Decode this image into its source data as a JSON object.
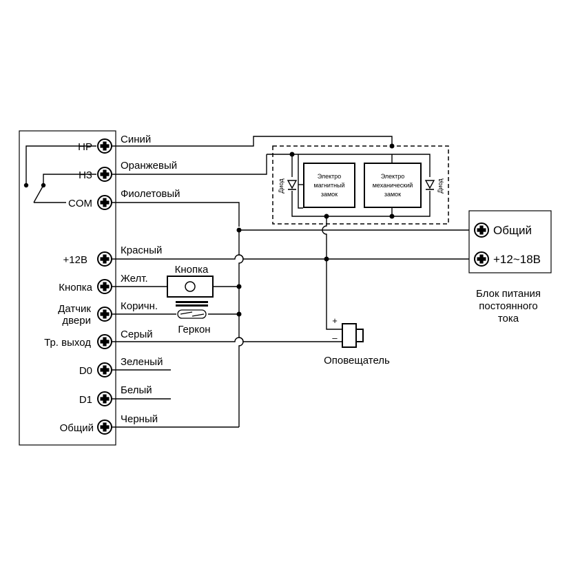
{
  "controller": {
    "terminals": [
      {
        "label": "НР",
        "wire": "Синий"
      },
      {
        "label": "НЗ",
        "wire": "Оранжевый"
      },
      {
        "label": "COM",
        "wire": "Фиолетовый"
      },
      {
        "label": "+12В",
        "wire": "Красный"
      },
      {
        "label": "Кнопка",
        "wire": "Желт."
      },
      {
        "label": "Датчик двери",
        "label_line1": "Датчик",
        "label_line2": "двери",
        "wire": "Коричн."
      },
      {
        "label": "Тр. выход",
        "wire": "Серый"
      },
      {
        "label": "D0",
        "wire": "Зеленый"
      },
      {
        "label": "D1",
        "wire": "Белый"
      },
      {
        "label": "Общий",
        "wire": "Черный"
      }
    ]
  },
  "button": {
    "label": "Кнопка"
  },
  "reed_switch": {
    "label": "Геркон"
  },
  "locks": {
    "diode_label": "Диод",
    "electromagnetic": [
      "Электро",
      "магнитный",
      "замок"
    ],
    "electromechanical": [
      "Электро",
      "механический",
      "замок"
    ]
  },
  "power_supply": {
    "terminals": [
      {
        "label": "Общий"
      },
      {
        "label": "+12~18В"
      }
    ],
    "caption": [
      "Блок питания",
      "постоянного",
      "тока"
    ]
  },
  "alarm": {
    "label": "Оповещатель",
    "plus": "+",
    "minus": "–"
  },
  "icons": [
    "terminal-screw-icon",
    "diode-icon",
    "relay-switch-icon",
    "push-button-icon",
    "reed-switch-icon"
  ]
}
